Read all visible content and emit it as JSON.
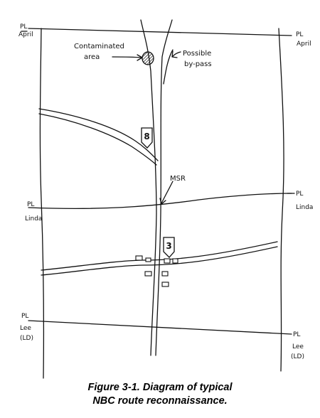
{
  "labels": {
    "pl_april_left": [
      "PL",
      "April"
    ],
    "pl_april_right": [
      "PL",
      "April"
    ],
    "pl_linda_left": [
      "PL",
      "Linda"
    ],
    "pl_linda_right": [
      "PL",
      "Linda"
    ],
    "pl_lee_left": [
      "PL",
      "Lee",
      "(LD)"
    ],
    "pl_lee_right": [
      "PL",
      "Lee",
      "(LD)"
    ],
    "contaminated_area": [
      "Contaminated",
      "area"
    ],
    "possible_bypass": [
      "Possible",
      "by-pass"
    ],
    "msr": "MSR"
  },
  "markers": {
    "marker_upper": "8",
    "marker_lower": "3"
  },
  "caption": {
    "line1": "Figure 3-1. Diagram of typical",
    "line2": "NBC route reconnaissance."
  },
  "colors": {
    "ink": "#111111",
    "background": "#ffffff"
  }
}
